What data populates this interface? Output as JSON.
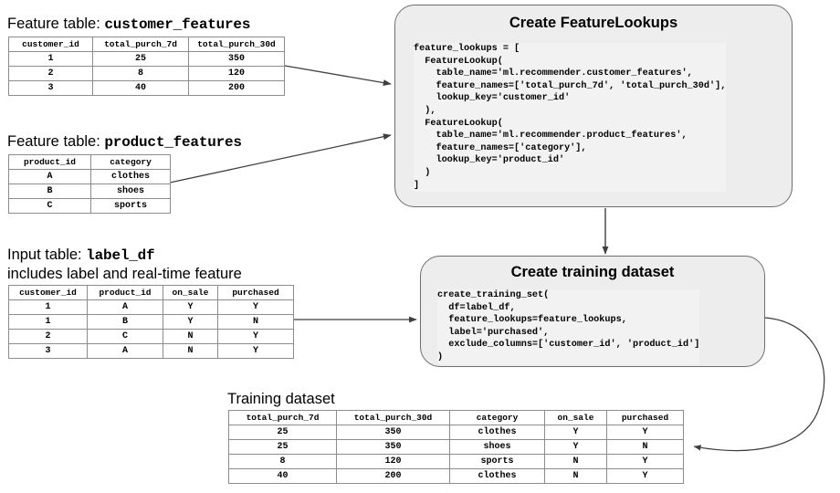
{
  "diagram": {
    "title_customer_features": {
      "prefix": "Feature table: ",
      "name": "customer_features"
    },
    "title_product_features": {
      "prefix": "Feature table: ",
      "name": "product_features"
    },
    "title_label_df": {
      "prefix": "Input table: ",
      "name": "label_df",
      "subtitle": "includes label and real-time feature"
    },
    "title_training_dataset": "Training dataset"
  },
  "tables": {
    "customer_features": {
      "columns": [
        "customer_id",
        "total_purch_7d",
        "total_purch_30d"
      ],
      "rows": [
        [
          "1",
          "25",
          "350"
        ],
        [
          "2",
          "8",
          "120"
        ],
        [
          "3",
          "40",
          "200"
        ]
      ]
    },
    "product_features": {
      "columns": [
        "product_id",
        "category"
      ],
      "rows": [
        [
          "A",
          "clothes"
        ],
        [
          "B",
          "shoes"
        ],
        [
          "C",
          "sports"
        ]
      ]
    },
    "label_df": {
      "columns": [
        "customer_id",
        "product_id",
        "on_sale",
        "purchased"
      ],
      "rows": [
        [
          "1",
          "A",
          "Y",
          "Y"
        ],
        [
          "1",
          "B",
          "Y",
          "N"
        ],
        [
          "2",
          "C",
          "N",
          "Y"
        ],
        [
          "3",
          "A",
          "N",
          "Y"
        ]
      ]
    },
    "training_dataset": {
      "columns": [
        "total_purch_7d",
        "total_purch_30d",
        "category",
        "on_sale",
        "purchased"
      ],
      "rows": [
        [
          "25",
          "350",
          "clothes",
          "Y",
          "Y"
        ],
        [
          "25",
          "350",
          "shoes",
          "Y",
          "N"
        ],
        [
          "8",
          "120",
          "sports",
          "N",
          "Y"
        ],
        [
          "40",
          "200",
          "clothes",
          "N",
          "Y"
        ]
      ]
    }
  },
  "boxes": {
    "feature_lookups": {
      "title": "Create FeatureLookups",
      "code": "feature_lookups = [\n  FeatureLookup(\n    table_name='ml.recommender.customer_features',\n    feature_names=['total_purch_7d', 'total_purch_30d'],\n    lookup_key='customer_id'\n  ),\n  FeatureLookup(\n    table_name='ml.recommender.product_features',\n    feature_names=['category'],\n    lookup_key='product_id'\n  )\n]"
    },
    "training_set": {
      "title": "Create training dataset",
      "code": "create_training_set(\n  df=label_df,\n  feature_lookups=feature_lookups,\n  label='purchased',\n  exclude_columns=['customer_id', 'product_id']\n)"
    }
  },
  "colors": {
    "box_fill": "#ededed",
    "box_border": "#6e6e6e",
    "table_border": "#8c8c8c",
    "arrow": "#3f3f3f",
    "code_bg": "#f2f2f2"
  }
}
